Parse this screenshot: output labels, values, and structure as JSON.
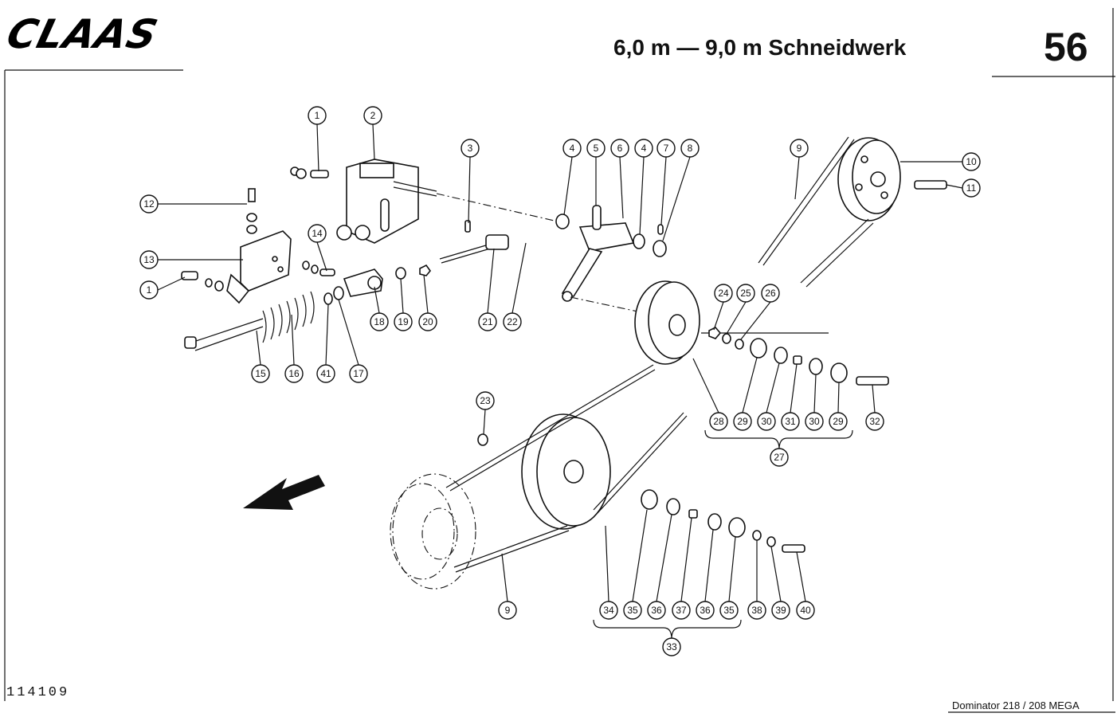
{
  "header": {
    "brand": "CLAAS",
    "title": "6,0 m — 9,0 m Schneidwerk",
    "page_number": "56"
  },
  "footer": {
    "document_id": "114109",
    "model": "Dominator 218 / 208 MEGA"
  },
  "callouts": {
    "c1a": "1",
    "c2": "2",
    "c3": "3",
    "c4a": "4",
    "c5": "5",
    "c6": "6",
    "c4b": "4",
    "c7": "7",
    "c8": "8",
    "c9a": "9",
    "c10": "10",
    "c11": "11",
    "c12": "12",
    "c13": "13",
    "c14": "14",
    "c1b": "1",
    "c18": "18",
    "c19": "19",
    "c20": "20",
    "c21": "21",
    "c22": "22",
    "c15": "15",
    "c16": "16",
    "c41": "41",
    "c17": "17",
    "c24": "24",
    "c25": "25",
    "c26": "26",
    "c28": "28",
    "c29a": "29",
    "c30a": "30",
    "c31": "31",
    "c30b": "30",
    "c29b": "29",
    "c32": "32",
    "c27": "27",
    "c23": "23",
    "c9b": "9",
    "c34": "34",
    "c35a": "35",
    "c36a": "36",
    "c37": "37",
    "c36b": "36",
    "c35b": "35",
    "c38": "38",
    "c39": "39",
    "c40": "40",
    "c33": "33"
  }
}
